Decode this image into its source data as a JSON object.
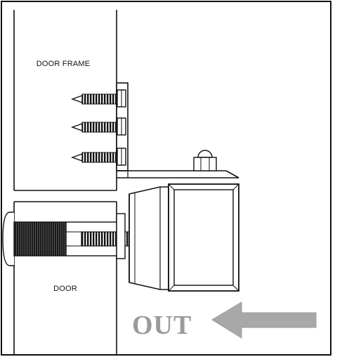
{
  "labels": {
    "door_frame": "DOOR FRAME",
    "door": "DOOR",
    "direction": "OUT"
  },
  "colors": {
    "line": "#111111",
    "hatch": "#222222",
    "arrow": "#a8a8a8",
    "out_text": "#9a9a9a",
    "background": "#ffffff"
  },
  "icons": {
    "arrow": "left-arrow-icon"
  }
}
